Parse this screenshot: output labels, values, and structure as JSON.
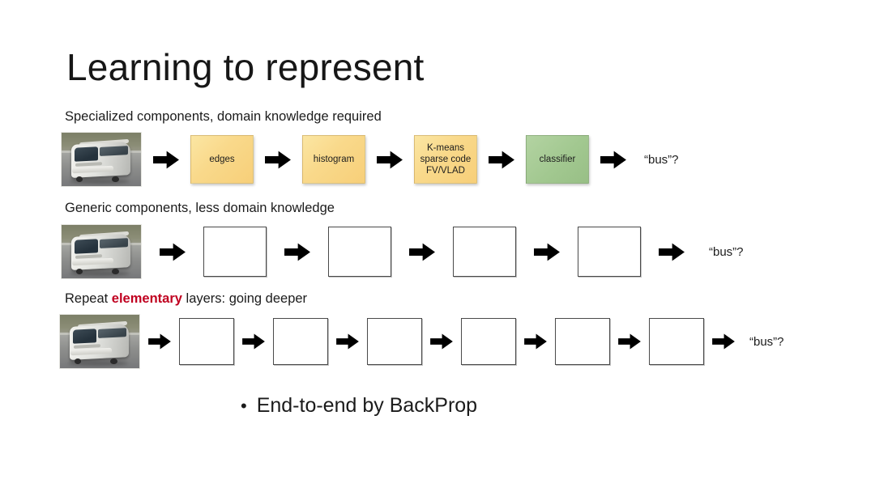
{
  "slide": {
    "title": "Learning to represent",
    "background_color": "#ffffff",
    "accent_red": "#c00020",
    "box_yellow": "#f9d98b",
    "box_green": "#a2c890"
  },
  "rows": [
    {
      "label_prefix": "Specialized components, domain knowledge required",
      "label_highlight": "",
      "label_suffix": "",
      "image_name": "bus-photo",
      "output_label": "“bus”?",
      "boxes": [
        {
          "lines": [
            "edges"
          ],
          "style": "yellow"
        },
        {
          "lines": [
            "histogram"
          ],
          "style": "yellow"
        },
        {
          "lines": [
            "K-means",
            "sparse code",
            "FV/VLAD"
          ],
          "style": "yellow"
        },
        {
          "lines": [
            "classifier"
          ],
          "style": "green"
        }
      ]
    },
    {
      "label_prefix": "Generic components, less domain knowledge",
      "label_highlight": "",
      "label_suffix": "",
      "image_name": "bus-photo",
      "output_label": "“bus”?",
      "boxes": [
        {
          "lines": [],
          "style": "empty"
        },
        {
          "lines": [],
          "style": "empty"
        },
        {
          "lines": [],
          "style": "empty"
        },
        {
          "lines": [],
          "style": "empty"
        }
      ]
    },
    {
      "label_prefix": "Repeat ",
      "label_highlight": "elementary",
      "label_suffix": " layers: going deeper",
      "image_name": "bus-photo",
      "output_label": "“bus”?",
      "boxes": [
        {
          "lines": [],
          "style": "empty"
        },
        {
          "lines": [],
          "style": "empty"
        },
        {
          "lines": [],
          "style": "empty"
        },
        {
          "lines": [],
          "style": "empty"
        },
        {
          "lines": [],
          "style": "empty"
        },
        {
          "lines": [],
          "style": "empty"
        }
      ]
    }
  ],
  "footer": {
    "bullet_glyph": "•",
    "text": "End-to-end by BackProp"
  }
}
